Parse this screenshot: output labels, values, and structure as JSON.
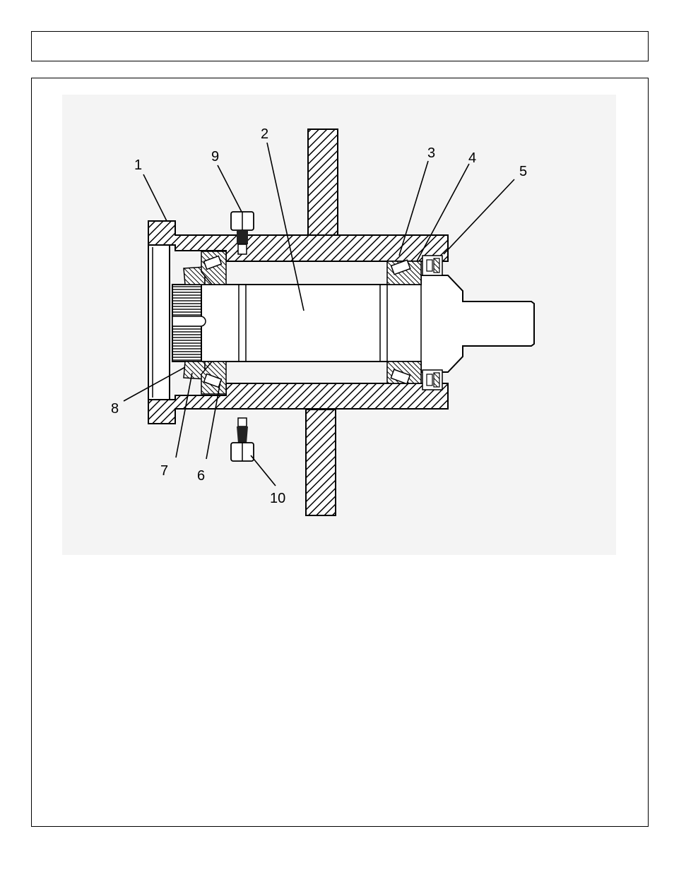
{
  "header": {
    "title": ""
  },
  "diagram": {
    "callouts": [
      {
        "id": "1",
        "text": "1"
      },
      {
        "id": "2",
        "text": "2"
      },
      {
        "id": "3",
        "text": "3"
      },
      {
        "id": "4",
        "text": "4"
      },
      {
        "id": "5",
        "text": "5"
      },
      {
        "id": "6",
        "text": "6"
      },
      {
        "id": "7",
        "text": "7"
      },
      {
        "id": "8",
        "text": "8"
      },
      {
        "id": "9",
        "text": "9"
      },
      {
        "id": "10",
        "text": "10"
      }
    ]
  }
}
